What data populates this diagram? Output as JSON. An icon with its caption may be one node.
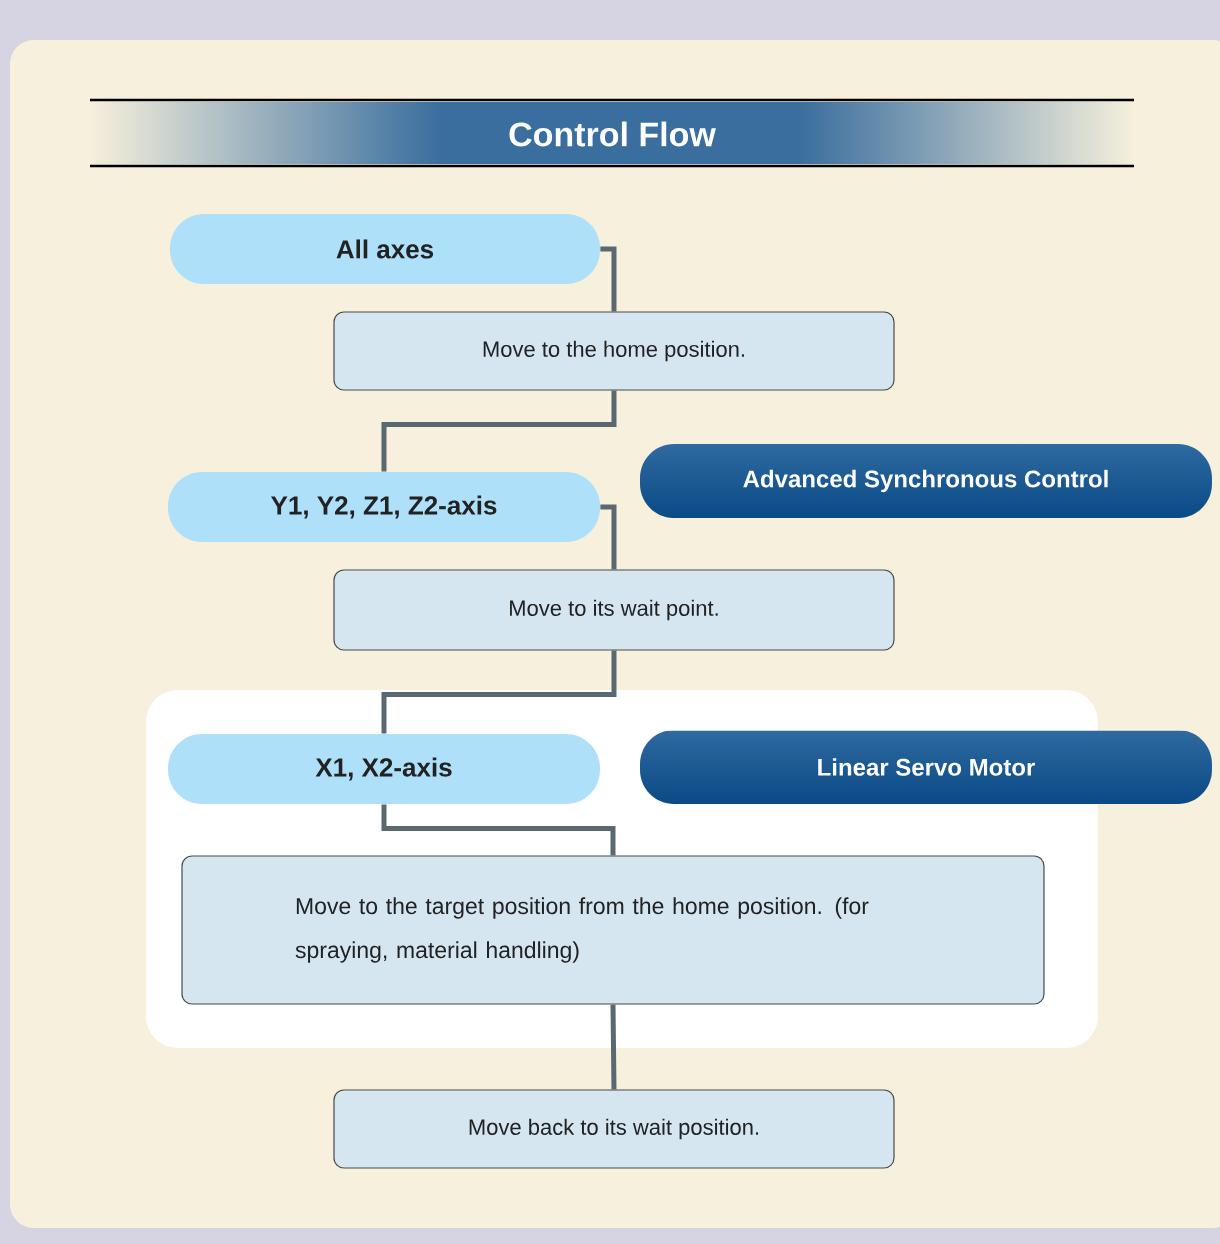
{
  "diagram": {
    "title": "Control Flow",
    "nodes": [
      {
        "text": [
          "All axes"
        ]
      },
      {
        "text": [
          "Move to the home position."
        ]
      },
      {
        "text": [
          "Y1, Y2, Z1, Z2-axis"
        ]
      },
      {
        "text": [
          "Advanced Synchronous Control"
        ]
      },
      {
        "text": [
          "Move to its wait point."
        ]
      },
      {
        "text": [],
        "shape": "box"
      },
      {
        "text": [
          "X1, X2-axis"
        ],
        "in": 5
      },
      {
        "text": [
          "Linear Servo Motor"
        ],
        "in": 5
      },
      {
        "text": [
          "Move to the target position from the home position. (for spraying, material handling)"
        ],
        "in": 5
      },
      {
        "text": [
          "Move back to its wait position."
        ]
      }
    ],
    "edges": [
      {
        "from": 0,
        "to": 1,
        "arrow": "none"
      },
      {
        "from": 1,
        "to": 2,
        "arrow": "none"
      },
      {
        "from": 2,
        "to": 4,
        "arrow": "none"
      },
      {
        "from": 4,
        "to": 6,
        "arrow": "none"
      },
      {
        "from": 6,
        "to": 8,
        "arrow": "none"
      },
      {
        "from": 8,
        "to": 9,
        "arrow": "none"
      }
    ]
  }
}
